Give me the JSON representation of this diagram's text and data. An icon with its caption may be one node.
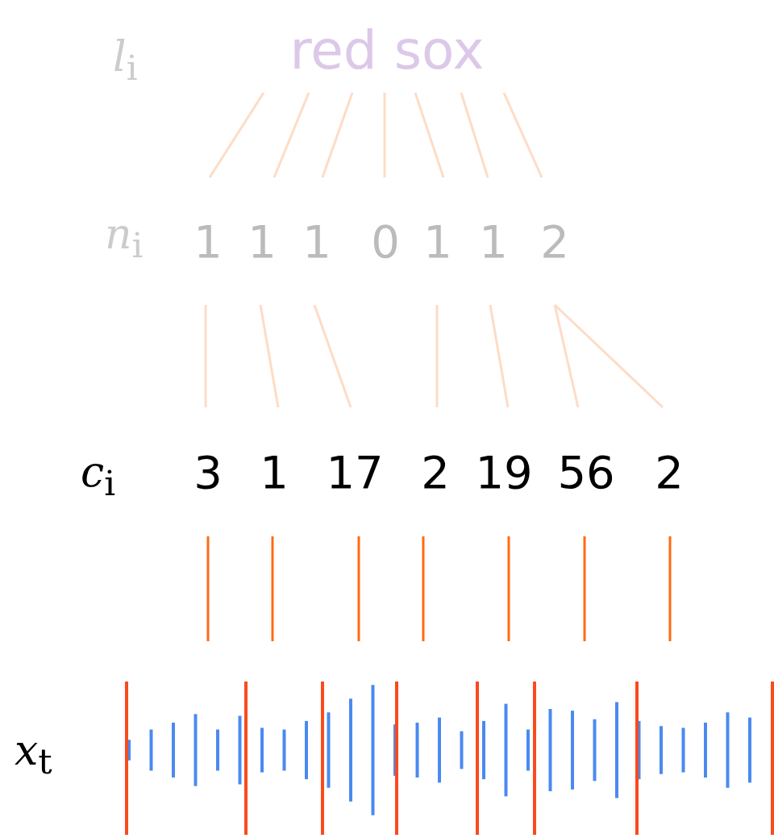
{
  "diagram": {
    "nodes": [
      {
        "text": [
          "red sox"
        ]
      },
      {
        "text": [
          "1"
        ]
      },
      {
        "text": [
          "1"
        ]
      },
      {
        "text": [
          "1"
        ]
      },
      {
        "text": [
          "0"
        ]
      },
      {
        "text": [
          "1"
        ]
      },
      {
        "text": [
          "1"
        ]
      },
      {
        "text": [
          "2"
        ]
      },
      {
        "text": [
          "3"
        ]
      },
      {
        "text": [
          "1"
        ]
      },
      {
        "text": [
          "17"
        ]
      },
      {
        "text": [
          "2"
        ]
      },
      {
        "text": [
          "19"
        ]
      },
      {
        "text": [
          "56"
        ]
      },
      {
        "text": [
          "2"
        ]
      },
      {
        "text": [],
        "shape": "picture"
      }
    ],
    "edges": [
      {
        "from": 0,
        "to": 1,
        "arrow": "none"
      },
      {
        "from": 0,
        "to": 2,
        "arrow": "none"
      },
      {
        "from": 0,
        "to": 3,
        "arrow": "none"
      },
      {
        "from": 0,
        "to": 4,
        "arrow": "none"
      },
      {
        "from": 0,
        "to": 5,
        "arrow": "none"
      },
      {
        "from": 0,
        "to": 6,
        "arrow": "none"
      },
      {
        "from": 0,
        "to": 7,
        "arrow": "none"
      },
      {
        "from": 1,
        "to": 8,
        "arrow": "none"
      },
      {
        "from": 2,
        "to": 9,
        "arrow": "none"
      },
      {
        "from": 3,
        "to": 10,
        "arrow": "none"
      },
      {
        "from": 5,
        "to": 11,
        "arrow": "none"
      },
      {
        "from": 6,
        "to": 12,
        "arrow": "none"
      },
      {
        "from": 7,
        "to": 13,
        "arrow": "none"
      },
      {
        "from": 7,
        "to": 14,
        "arrow": "none"
      },
      {
        "from": 8,
        "to": 15,
        "arrow": "none",
        "color": "#ff6a13"
      },
      {
        "from": 9,
        "to": 15,
        "arrow": "none",
        "color": "#ff6a13"
      },
      {
        "from": 10,
        "to": 15,
        "arrow": "none",
        "color": "#ff6a13"
      },
      {
        "from": 11,
        "to": 15,
        "arrow": "none",
        "color": "#ff6a13"
      },
      {
        "from": 12,
        "to": 15,
        "arrow": "none",
        "color": "#ff6a13"
      },
      {
        "from": 13,
        "to": 15,
        "arrow": "none",
        "color": "#ff6a13"
      },
      {
        "from": 14,
        "to": 15,
        "arrow": "none",
        "color": "#ff6a13"
      }
    ],
    "labels": [
      "*l*$_{i}$",
      "*n*$_{i}$",
      "*c*$_{i}$",
      "*x*$_{t}$"
    ]
  }
}
